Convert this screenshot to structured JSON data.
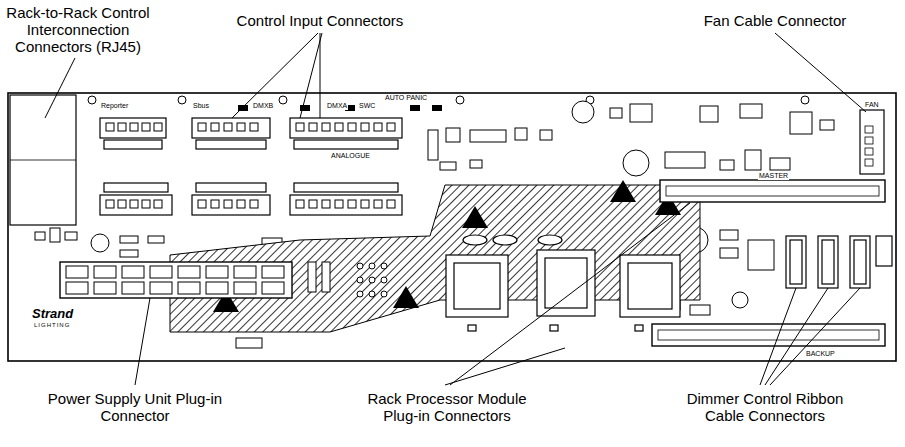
{
  "diagram": {
    "labels": [
      "Rack-to-Rack Control Interconnection Connectors (RJ45)",
      "Control Input Connectors",
      "Fan Cable Connector",
      "Power Supply Unit Plug-in Connector",
      "Rack Processor Module Plug-in Connectors",
      "Dimmer Control Ribbon Cable Connectors",
      "Reporter",
      "Sbus",
      "DMXB",
      "DMXA",
      "SWC",
      "AUTO PANIC",
      "ANALOGUE",
      "MASTER",
      "BACKUP",
      "FAN",
      "Strand",
      "LIGHTING"
    ]
  }
}
